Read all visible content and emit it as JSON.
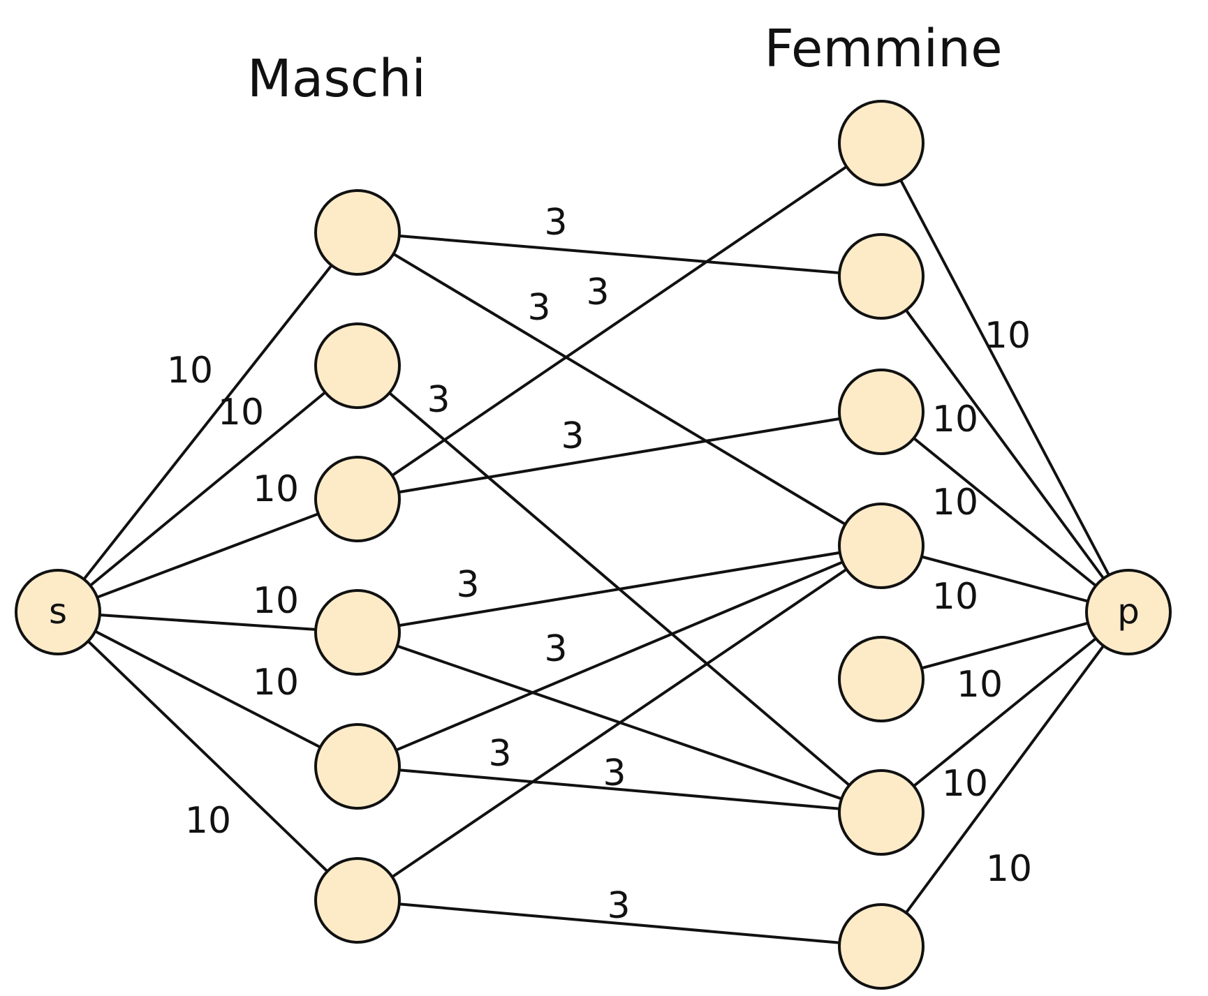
{
  "groups": {
    "left_title": "Maschi",
    "right_title": "Femmine"
  },
  "colors": {
    "node_fill": "#fdebc8",
    "stroke": "#111111"
  },
  "nodes": [
    {
      "id": "s",
      "label": "s"
    },
    {
      "id": "p",
      "label": "p"
    },
    {
      "id": "m1",
      "label": ""
    },
    {
      "id": "m2",
      "label": ""
    },
    {
      "id": "m3",
      "label": ""
    },
    {
      "id": "m4",
      "label": ""
    },
    {
      "id": "m5",
      "label": ""
    },
    {
      "id": "m6",
      "label": ""
    },
    {
      "id": "f1",
      "label": ""
    },
    {
      "id": "f2",
      "label": ""
    },
    {
      "id": "f3",
      "label": ""
    },
    {
      "id": "f4",
      "label": ""
    },
    {
      "id": "f5",
      "label": ""
    },
    {
      "id": "f6",
      "label": ""
    },
    {
      "id": "f7",
      "label": ""
    }
  ],
  "edges": [
    {
      "from": "s",
      "to": "m1",
      "label": "10"
    },
    {
      "from": "s",
      "to": "m2",
      "label": "10"
    },
    {
      "from": "s",
      "to": "m3",
      "label": "10"
    },
    {
      "from": "s",
      "to": "m4",
      "label": "10"
    },
    {
      "from": "s",
      "to": "m5",
      "label": "10"
    },
    {
      "from": "s",
      "to": "m6",
      "label": "10"
    },
    {
      "from": "m1",
      "to": "f2",
      "label": "3"
    },
    {
      "from": "m1",
      "to": "f4",
      "label": "3"
    },
    {
      "from": "m2",
      "to": "f6",
      "label": "3"
    },
    {
      "from": "m3",
      "to": "f1",
      "label": "3"
    },
    {
      "from": "m3",
      "to": "f3",
      "label": "3"
    },
    {
      "from": "m4",
      "to": "f4",
      "label": "3"
    },
    {
      "from": "m4",
      "to": "f6",
      "label": "3"
    },
    {
      "from": "m5",
      "to": "f4",
      "label": "3"
    },
    {
      "from": "m5",
      "to": "f6",
      "label": "3"
    },
    {
      "from": "m6",
      "to": "f4",
      "label": ""
    },
    {
      "from": "m6",
      "to": "f7",
      "label": "3"
    },
    {
      "from": "f1",
      "to": "p",
      "label": "10"
    },
    {
      "from": "f2",
      "to": "p",
      "label": "10"
    },
    {
      "from": "f3",
      "to": "p",
      "label": "10"
    },
    {
      "from": "f4",
      "to": "p",
      "label": "10"
    },
    {
      "from": "f5",
      "to": "p",
      "label": "10"
    },
    {
      "from": "f6",
      "to": "p",
      "label": "10"
    },
    {
      "from": "f7",
      "to": "p",
      "label": "10"
    }
  ]
}
